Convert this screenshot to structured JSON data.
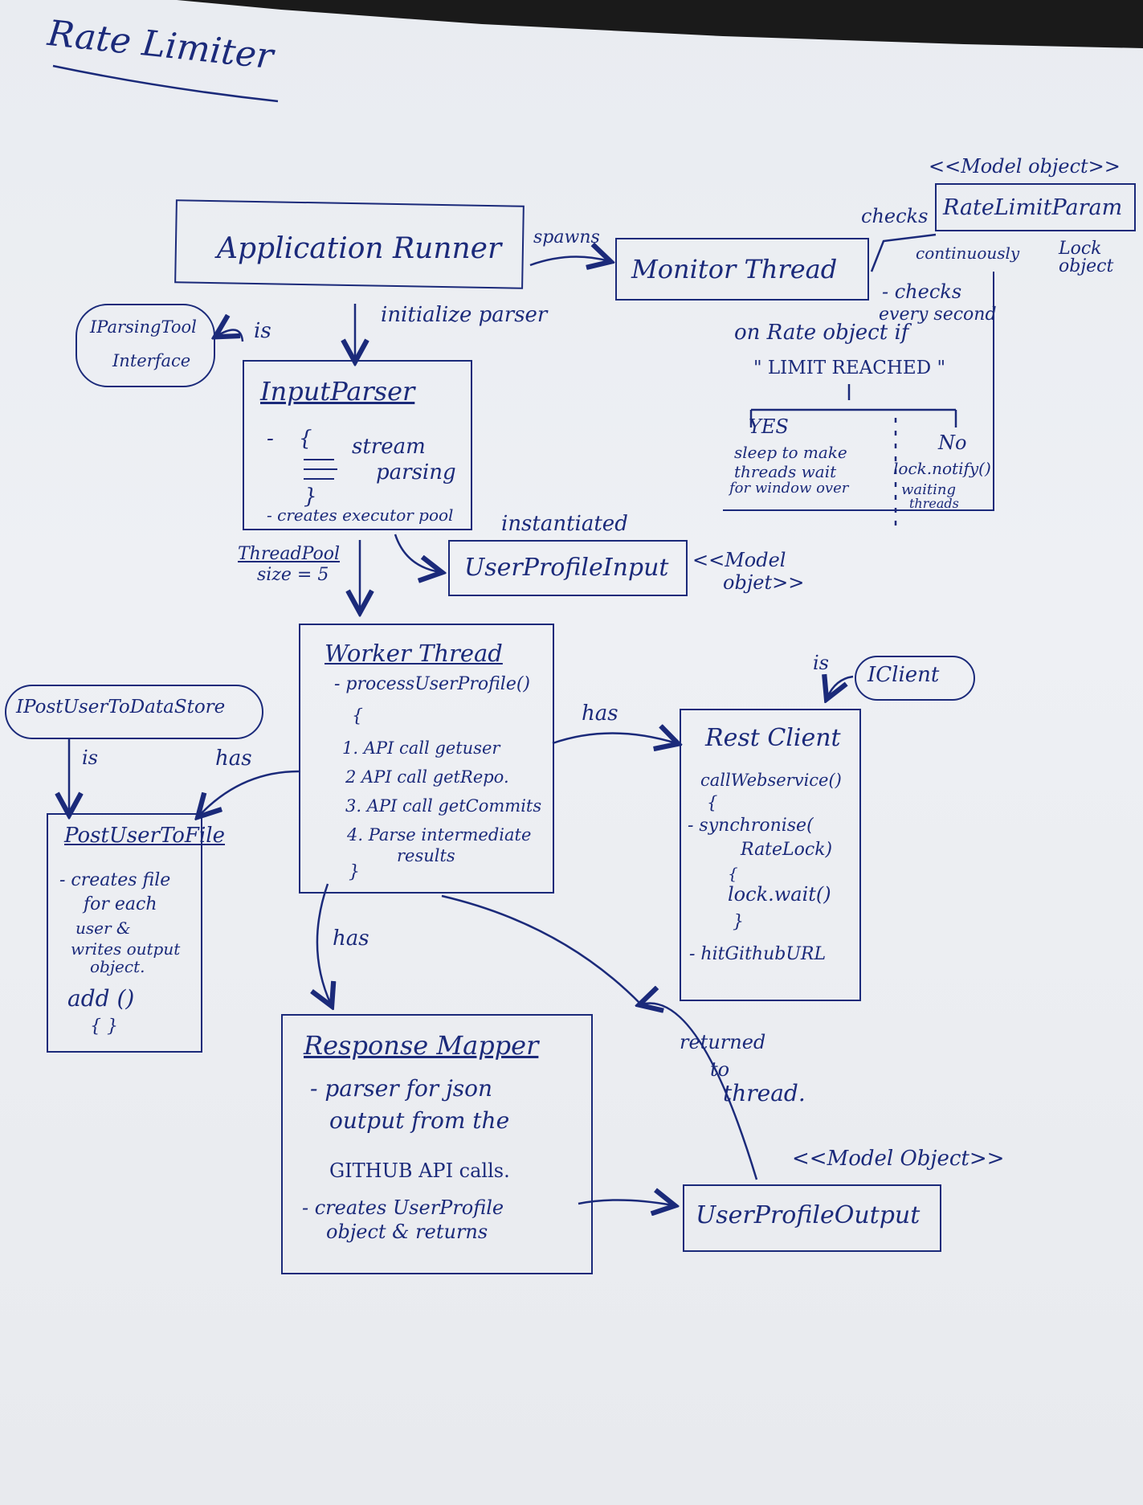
{
  "title": "Rate Limiter",
  "application_runner": {
    "label": "Application Runner",
    "spawns": "spawns",
    "initialize_parser": "initialize parser",
    "is": "is"
  },
  "iparsing_tool": {
    "line1": "IParsingTool",
    "line2": "Interface"
  },
  "input_parser": {
    "title": "InputParser",
    "brace_open": "{",
    "stream": "stream",
    "parsing": "parsing",
    "brace_close": "}",
    "creates": "- creates executor pool",
    "dash": "-"
  },
  "monitor_thread": {
    "label": "Monitor Thread",
    "checks": "checks",
    "continuously": "continuously",
    "lock_object_1": "Lock",
    "lock_object_2": "object",
    "l1": "- checks",
    "l2": "every second",
    "l3": "on Rate object if",
    "l4": "\" LIMIT REACHED \"",
    "yes": "YES",
    "no": "No",
    "yes_1": "sleep to make",
    "yes_2": "threads wait",
    "yes_3": "for window over",
    "no_1": "lock.notify()",
    "no_2": "waiting",
    "no_3": "threads"
  },
  "rate_limit_param": {
    "stereotype": "<<Model object>>",
    "label": "RateLimitParam"
  },
  "user_profile_input": {
    "label": "UserProfileInput",
    "instantiated": "instantiated",
    "stereo_1": "<<Model",
    "stereo_2": "objet>>"
  },
  "thread_pool": {
    "line1": "ThreadPool",
    "line2": "size = 5"
  },
  "worker_thread": {
    "title": "Worker Thread",
    "method": "- processUserProfile()",
    "brace_open": "{",
    "s1": "1. API call getuser",
    "s2": "2 API call getRepo.",
    "s3": "3. API call getCommits",
    "s4": "4. Parse intermediate",
    "s4b": "results",
    "brace_close": "}",
    "has_rest": "has",
    "has_mapper": "has"
  },
  "ipost_user": {
    "label": "IPostUserToDataStore",
    "is": "is",
    "has": "has"
  },
  "post_user_to_file": {
    "title": "PostUserToFile",
    "l1": "- creates file",
    "l2": "for each",
    "l3": "user &",
    "l4": "writes output",
    "l5": "object.",
    "l6": "add ()",
    "l7": "{ }"
  },
  "iclient": {
    "label": "IClient",
    "is": "is"
  },
  "rest_client": {
    "title": "Rest Client",
    "l1": "callWebservice()",
    "l2": "{",
    "l3": "- synchronise(",
    "l4": "RateLock)",
    "l5": "{",
    "l6": "lock.wait()",
    "l7": "}",
    "l8": "- hitGithubURL"
  },
  "response_mapper": {
    "title": "Response Mapper",
    "l1": "- parser for json",
    "l2": "output from the",
    "l3": "GITHUB API calls.",
    "l4": "- creates UserProfile",
    "l5": "object & returns"
  },
  "user_profile_output": {
    "stereotype": "<<Model Object>>",
    "label": "UserProfileOutput",
    "returned_1": "returned",
    "returned_2": "to",
    "returned_3": "thread."
  }
}
